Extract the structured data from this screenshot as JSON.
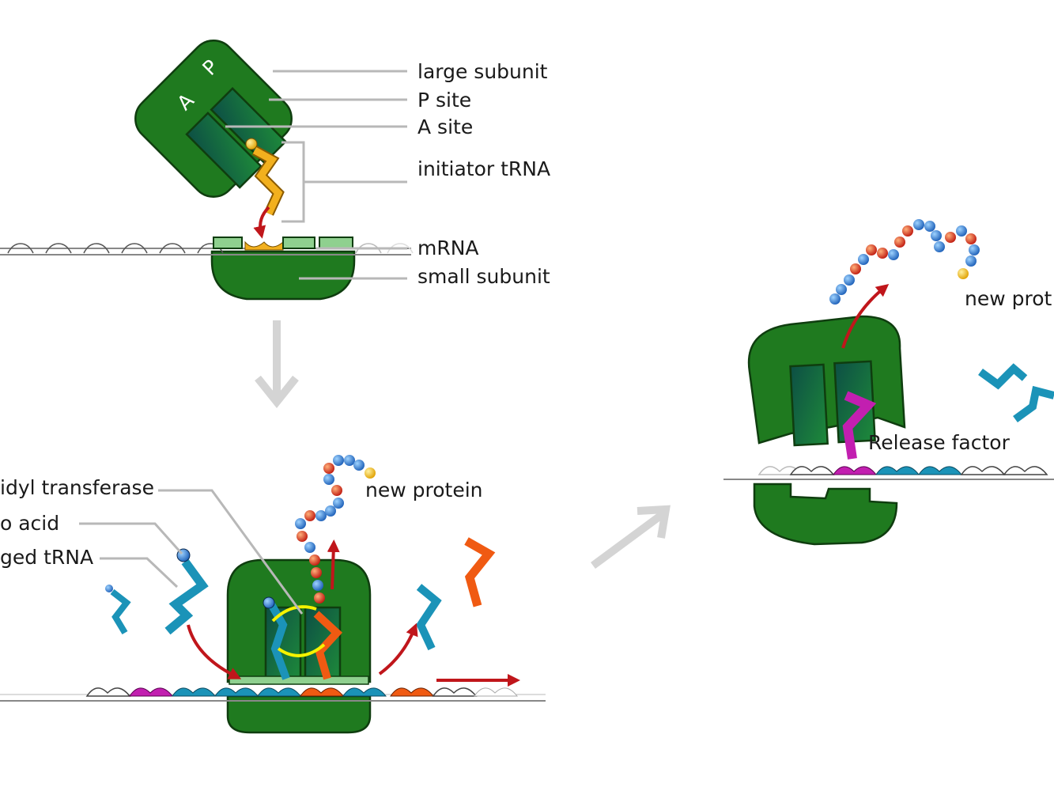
{
  "panel_initiation": {
    "site_a": "A",
    "site_p": "P",
    "labels": {
      "large_subunit": "large subunit",
      "p_site": "P site",
      "a_site": "A site",
      "initiator_trna": "initiator tRNA",
      "mrna": "mRNA",
      "small_subunit": "small subunit"
    }
  },
  "panel_elongation": {
    "labels": {
      "peptidyl_transferase": "idyl transferase",
      "amino_acid": "o acid",
      "charged_trna": "ged tRNA",
      "new_protein": "new protein"
    }
  },
  "panel_termination": {
    "labels": {
      "new_protein": "new prot",
      "release_factor": "Release factor"
    }
  },
  "colors": {
    "ribosome": "#1f7a1f",
    "site": "#0d5a48",
    "initiator_trna": "#f2b01e",
    "trna_blue": "#1b93b8",
    "trna_orange": "#f05a12",
    "release_factor": "#c21fb0",
    "amino_blue": "#2b7fd4",
    "amino_red": "#d42b1b",
    "arrow_red": "#c0161b"
  }
}
